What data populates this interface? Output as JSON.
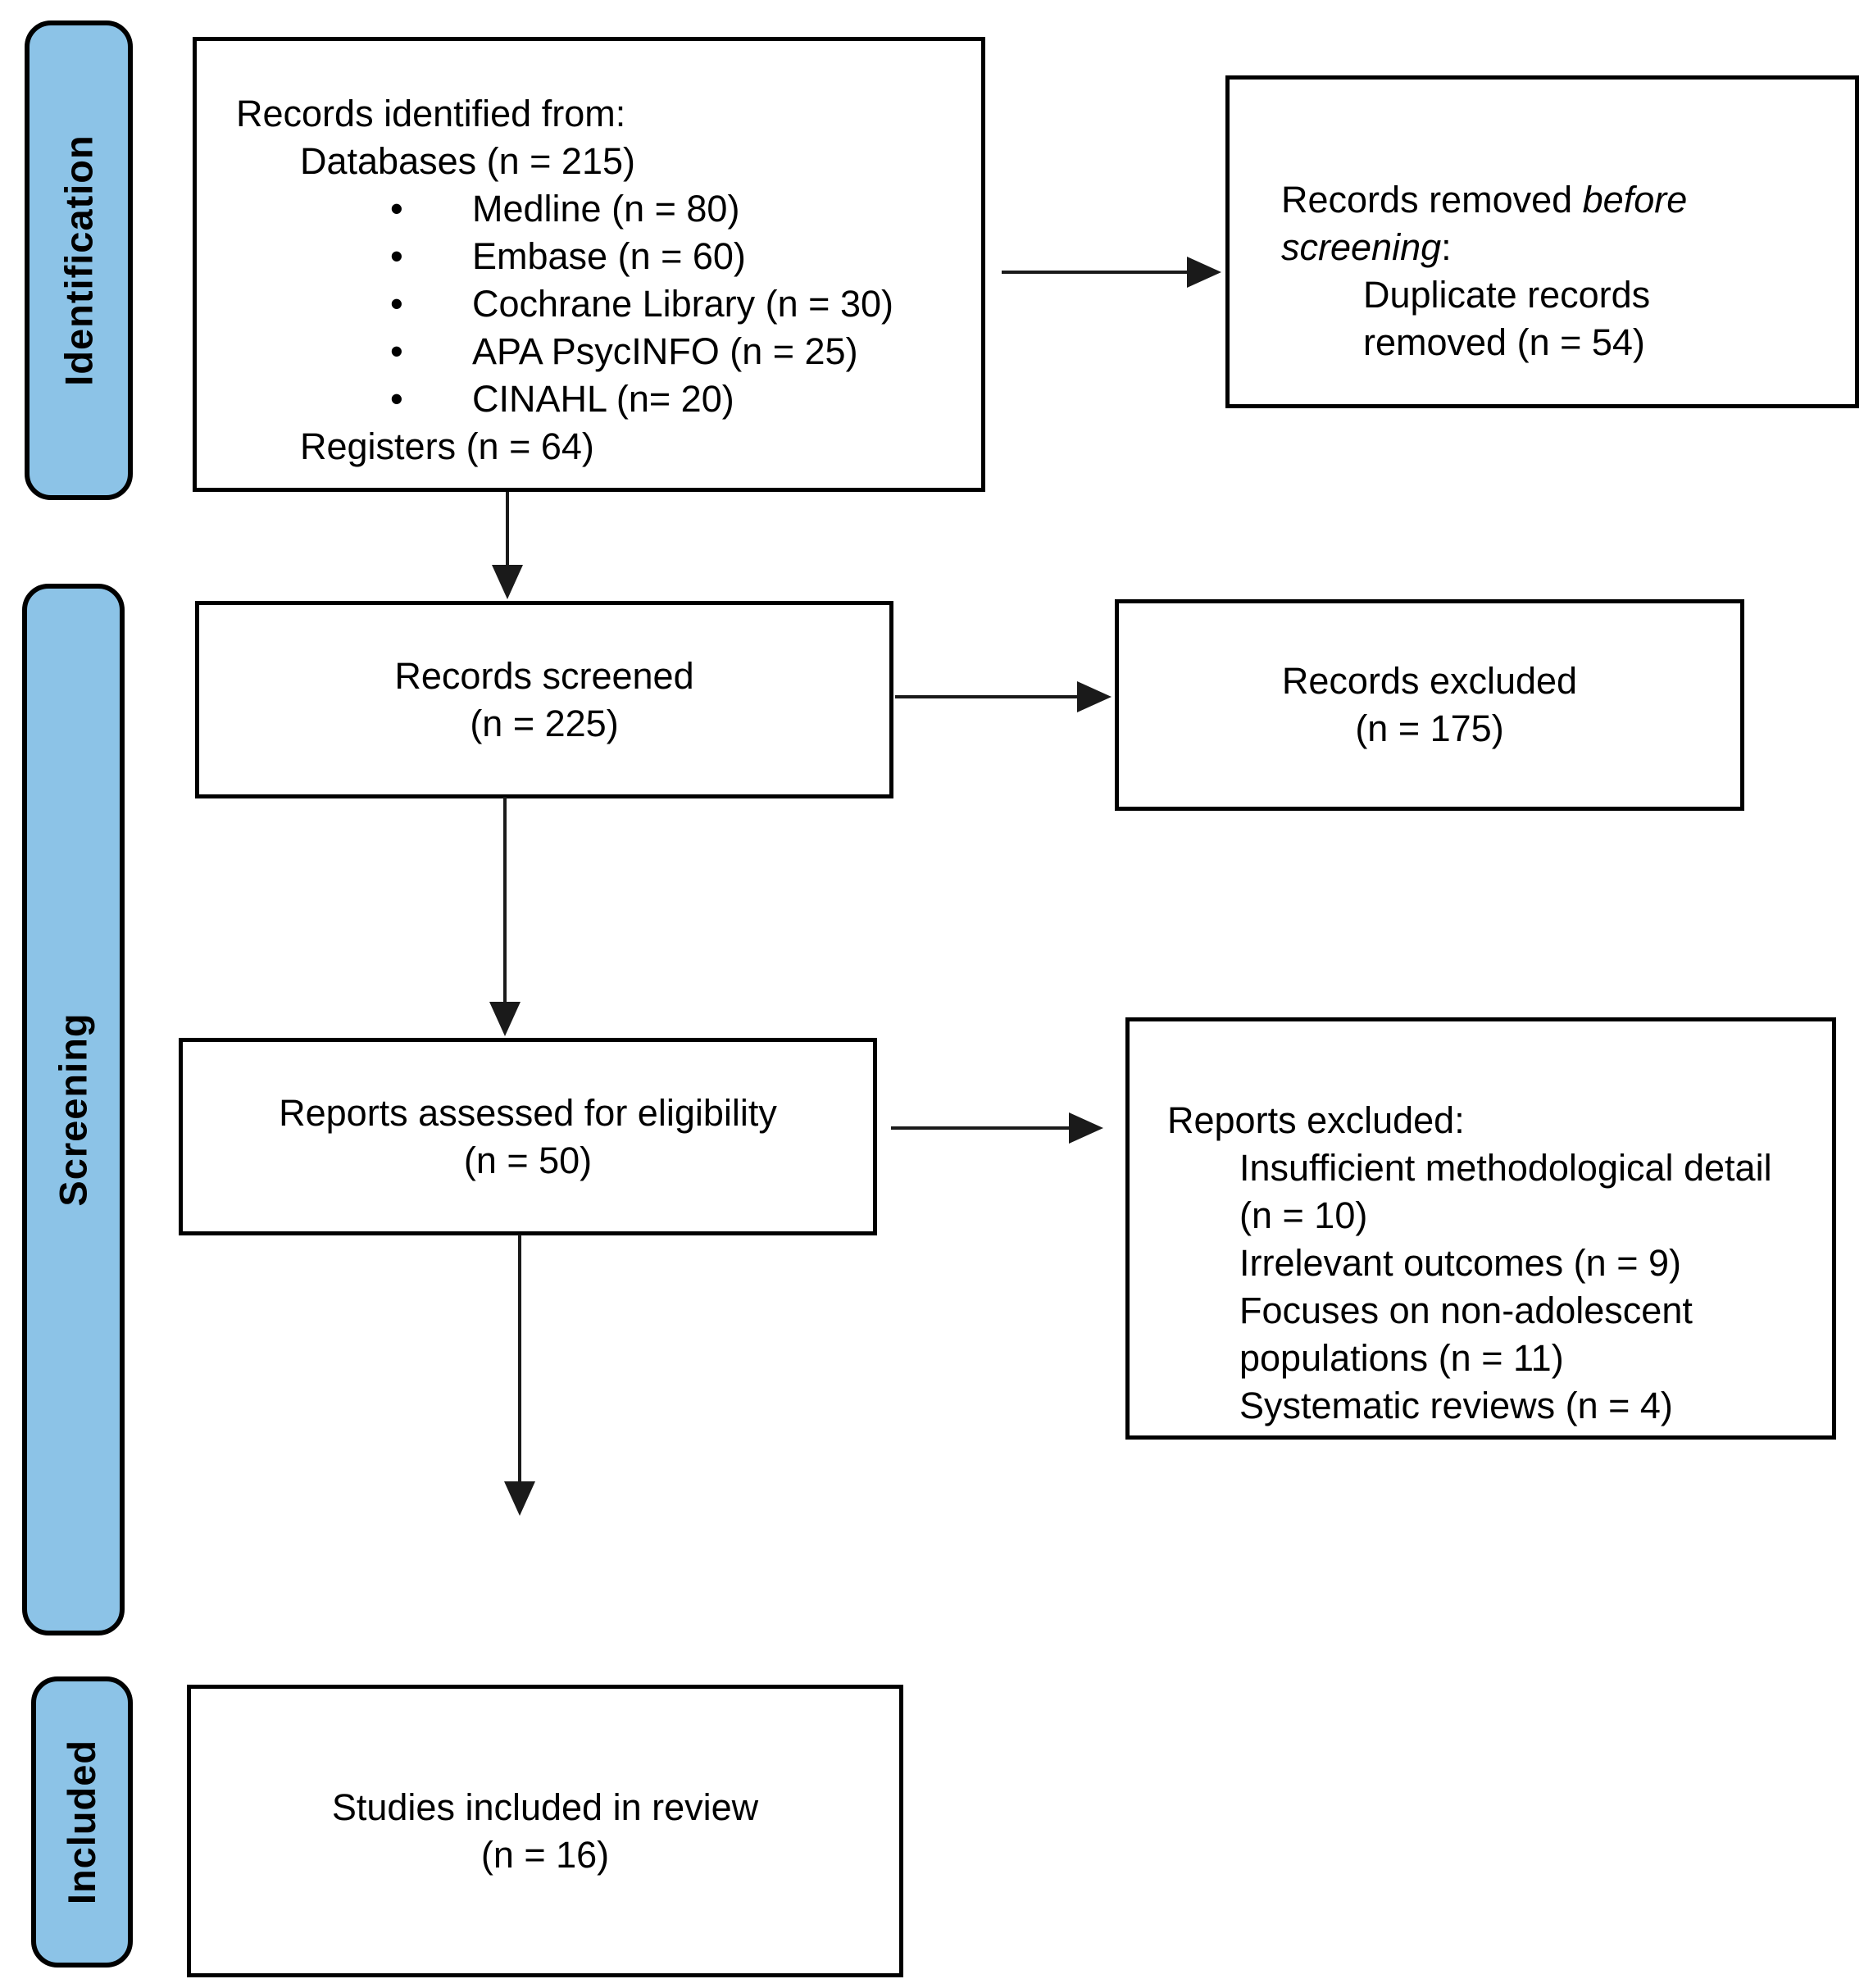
{
  "diagram": {
    "title": "PRISMA flow diagram",
    "stages": [
      {
        "label": "Identification"
      },
      {
        "label": "Screening"
      },
      {
        "label": "Included"
      }
    ],
    "bullet_glyph": "•",
    "boxes": {
      "identified": {
        "line1": "Records identified from:",
        "line2": "Databases (n = 215)",
        "bullets": [
          "Medline (n = 80)",
          "Embase (n = 60)",
          "Cochrane Library (n = 30)",
          "APA PsycINFO (n = 25)",
          "CINAHL (n= 20)"
        ],
        "line3": "Registers (n = 64)"
      },
      "removed": {
        "prefix": "Records removed ",
        "italic": "before screening",
        "suffix": ":",
        "detail": "Duplicate records removed (n = 54)"
      },
      "screened": {
        "line1": "Records screened",
        "line2": "(n = 225)"
      },
      "excluded": {
        "line1": "Records excluded",
        "line2": "(n = 175)"
      },
      "assessed": {
        "line1": "Reports assessed for eligibility",
        "line2": "(n = 50)"
      },
      "reports_excluded": {
        "title": "Reports excluded:",
        "reasons": [
          "Insufficient methodological detail (n = 10)",
          "Irrelevant outcomes (n = 9)",
          "Focuses on non-adolescent populations (n = 11)",
          "Systematic reviews (n = 4)"
        ]
      },
      "included": {
        "line1": "Studies included in review",
        "line2": "(n = 16)"
      }
    },
    "colors": {
      "stage_fill": "#8CC3E7",
      "border": "#000000",
      "background": "#FFFFFF"
    }
  }
}
